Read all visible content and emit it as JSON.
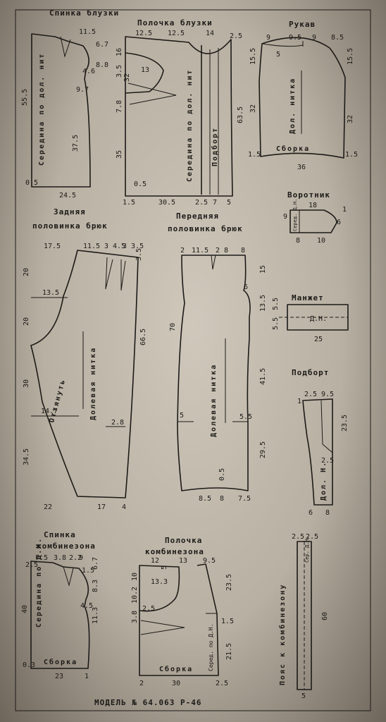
{
  "titles": {
    "back_yoke": "Спинка блузки",
    "front_blouse": "Полочка блузки",
    "sleeve": "Рукав",
    "collar": "Воротник",
    "back_trousers_1": "Задняя",
    "back_trousers_2": "половинка брюк",
    "front_trousers_1": "Передняя",
    "front_trousers_2": "половинка брюк",
    "cuff": "Манжет",
    "facing": "Подборт",
    "back_jumpsuit_1": "Спинка",
    "back_jumpsuit_2": "комбинезона",
    "front_jumpsuit_1": "Полочка",
    "front_jumpsuit_2": "комбинезона",
    "footer": "МОДЕЛЬ № 64.063 Р-46"
  },
  "labels": {
    "center_back_1": "Середина по дол. нит",
    "center_front_1": "Середина по дол. нит",
    "facing_strip": "Подборт",
    "sleeve_grain": "Дол. нитка",
    "gather": "Сборка",
    "collar_grain": "Серед. Д.Н.",
    "cuff_grain": "Д.Н.",
    "trousers_grain_back": "Долевая нитка",
    "trousers_grain_front": "Долевая нитка",
    "stretch": "Оттянуть",
    "facing_grain": "Дол. Н.",
    "center_back_2": "Середина по Д.Н.",
    "gather_2": "Сборка",
    "center_front_2": "Серед. по Д.Н.",
    "gather_3": "Сборка",
    "belt_grain": "Сер. Д.Н.",
    "belt": "Пояс к комбинезону"
  },
  "dims": {
    "d1": "11.5",
    "d2": "6.7",
    "d3": "4.6",
    "d4": "9.7",
    "d5": "8.8",
    "d6": "55.5",
    "d7": "37.5",
    "d8": "0.5",
    "d9": "24.5",
    "d10": "12.5",
    "d11": "12.5",
    "d12": "14",
    "d13": "2.5",
    "d14": "16",
    "d15": "3.5",
    "d16": "13",
    "d17": "32",
    "d18": "7.8",
    "d19": "35",
    "d20": "0.5",
    "d21": "63.5",
    "d22": "1.5",
    "d23": "30.5",
    "d24": "2.5",
    "d25": "7",
    "d26": "5",
    "d27": "9",
    "d28": "9.5",
    "d29": "9",
    "d30": "8.5",
    "d31": "15.5",
    "d32": "15.5",
    "d33": "5",
    "d34": "32",
    "d35": "32",
    "d36": "1.5",
    "d37": "1.5",
    "d38": "36",
    "d39": "18",
    "d40": "9",
    "d41": "6",
    "d42": "1",
    "d43": "8",
    "d44": "10",
    "d45": "17.5",
    "d46": "11.5",
    "d47": "3",
    "d48": "4.5",
    "d49": "3",
    "d50": "3.5",
    "d51": "20",
    "d52": "13.5",
    "d53": "20",
    "d54": "66.5",
    "d55": "30",
    "d56": "14.7",
    "d57": "2.8",
    "d58": "34.5",
    "d59": "22",
    "d60": "17",
    "d61": "4",
    "d62": "2",
    "d63": "11.5",
    "d64": "2",
    "d65": "8",
    "d66": "8",
    "d67": "15",
    "d68": "6",
    "d69": "13.5",
    "d70": "70",
    "d71": "41.5",
    "d72": "5",
    "d73": "5.5",
    "d74": "29.5",
    "d75": "0.5",
    "d76": "8.5",
    "d77": "8",
    "d78": "7.5",
    "d79": "5.5",
    "d80": "5.5",
    "d81": "25",
    "d82": "2.5",
    "d83": "9.5",
    "d84": "1",
    "d85": "23.5",
    "d86": "2.5",
    "d87": "6",
    "d88": "8",
    "d89": "2.5",
    "d90": "7.5",
    "d91": "3.8",
    "d92": "2.2",
    "d93": "9",
    "d94": "6.7",
    "d95": "1.5",
    "d96": "8.3",
    "d97": "40",
    "d98": "4.5",
    "d99": "11.3",
    "d100": "0.3",
    "d101": "23",
    "d102": "1",
    "d103": "12",
    "d104": "13",
    "d105": "9.5",
    "d106": "10",
    "d107": "13.3",
    "d108": "5",
    "d109": "10.2",
    "d110": "2.5",
    "d111": "3.8",
    "d112": "23.5",
    "d113": "1.5",
    "d114": "21.5",
    "d115": "2",
    "d116": "30",
    "d117": "2.5",
    "d118": "2.5",
    "d119": "2.5",
    "d120": "60",
    "d121": "5"
  }
}
